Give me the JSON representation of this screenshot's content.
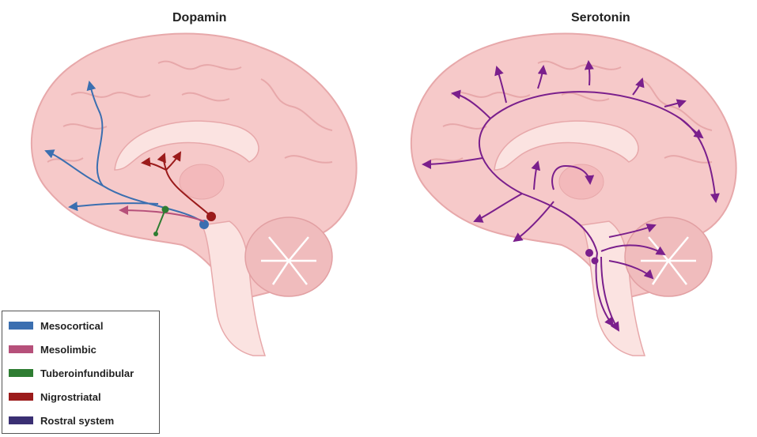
{
  "titles": {
    "left": "Dopamin",
    "right": "Serotonin"
  },
  "legend": [
    {
      "label": "Mesocortical",
      "color": "#3b6fb0"
    },
    {
      "label": "Mesolimbic",
      "color": "#b6507a"
    },
    {
      "label": "Tuberoinfundibular",
      "color": "#2e7d32"
    },
    {
      "label": "Nigrostriatal",
      "color": "#9b1b1b"
    },
    {
      "label": "Rostral system",
      "color": "#3a2f73"
    }
  ],
  "colors": {
    "brain": "#f6c9c9",
    "gyri": "#e7a8aa",
    "inner": "#fbe3e1",
    "serotonin": "#7a1f8c"
  }
}
